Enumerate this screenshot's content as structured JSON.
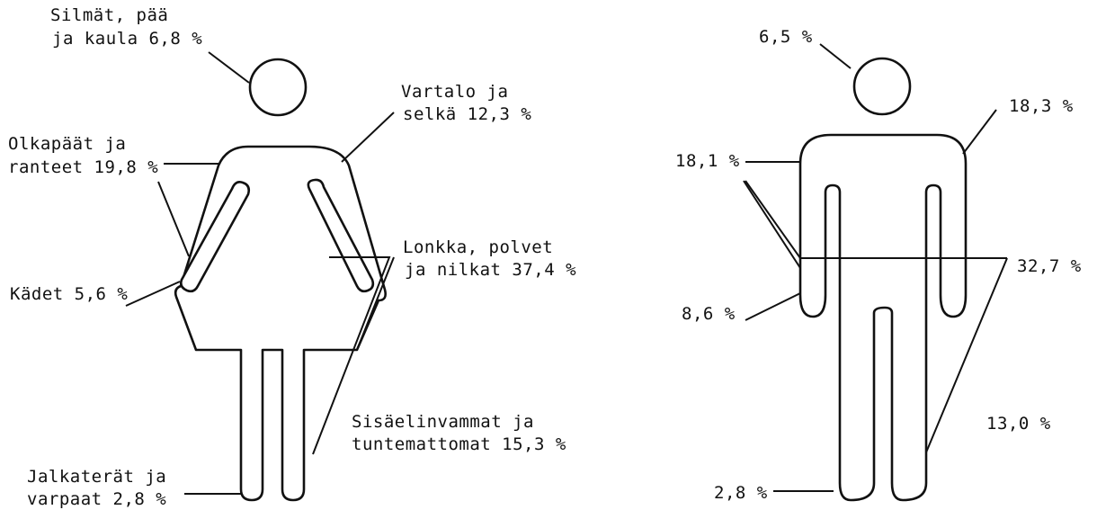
{
  "female": {
    "labels": [
      {
        "id": "eyes-head-neck",
        "lines": [
          "Silmät, pää",
          "ja kaula 6,8 %"
        ]
      },
      {
        "id": "torso-back",
        "lines": [
          "Vartalo ja",
          "selkä 12,3 %"
        ]
      },
      {
        "id": "shoulders-wrists",
        "lines": [
          "Olkapäät ja",
          "ranteet 19,8 %"
        ]
      },
      {
        "id": "hip-knees-ankles",
        "lines": [
          "Lonkka, polvet",
          "ja nilkat 37,4 %"
        ]
      },
      {
        "id": "hands",
        "lines": [
          "Kädet 5,6 %"
        ]
      },
      {
        "id": "internal-unknown",
        "lines": [
          "Sisäelinvammat ja",
          "tuntemattomat 15,3 %"
        ]
      },
      {
        "id": "feet-toes",
        "lines": [
          "Jalkaterät ja",
          "varpaat 2,8 %"
        ]
      }
    ]
  },
  "male": {
    "labels": [
      {
        "id": "eyes-head-neck",
        "text": "6,5 %"
      },
      {
        "id": "torso-back",
        "text": "18,3 %"
      },
      {
        "id": "shoulders-wrists",
        "text": "18,1 %"
      },
      {
        "id": "hip-knees-ankles",
        "text": "32,7 %"
      },
      {
        "id": "hands",
        "text": "8,6 %"
      },
      {
        "id": "internal-unknown",
        "text": "13,0 %"
      },
      {
        "id": "feet-toes",
        "text": "2,8 %"
      }
    ]
  }
}
